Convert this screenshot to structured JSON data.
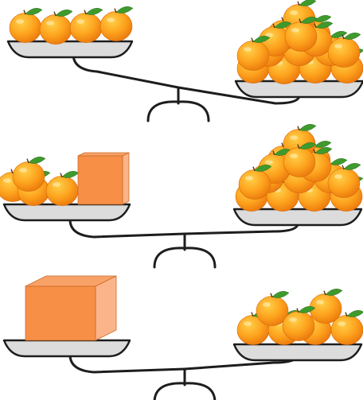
{
  "colors": {
    "orange_light": "#ffcf48",
    "orange_mid": "#fda21d",
    "orange_dark": "#e8750b",
    "leaf": "#3f9a2d",
    "leaf_dark": "#2b6e1d",
    "pan_fill": "#dcdcdc",
    "outline": "#1d1d1d",
    "box_front": "#f78f46",
    "box_side": "#fbb48a",
    "box_top": "#f9a267"
  },
  "icons": [
    "orange-icon",
    "weight-box-icon",
    "balance-scale-icon"
  ],
  "scales": [
    {
      "left_pan": {
        "oranges": 4,
        "boxes": 0
      },
      "right_pan": {
        "oranges": 15,
        "boxes": 0
      },
      "tilt": "left-side-up"
    },
    {
      "left_pan": {
        "oranges": 4,
        "boxes": 1
      },
      "right_pan": {
        "oranges": 15,
        "boxes": 0
      },
      "tilt": "balanced"
    },
    {
      "left_pan": {
        "oranges": 0,
        "boxes": 1
      },
      "right_pan": {
        "oranges": 7,
        "boxes": 0
      },
      "tilt": "balanced"
    }
  ]
}
